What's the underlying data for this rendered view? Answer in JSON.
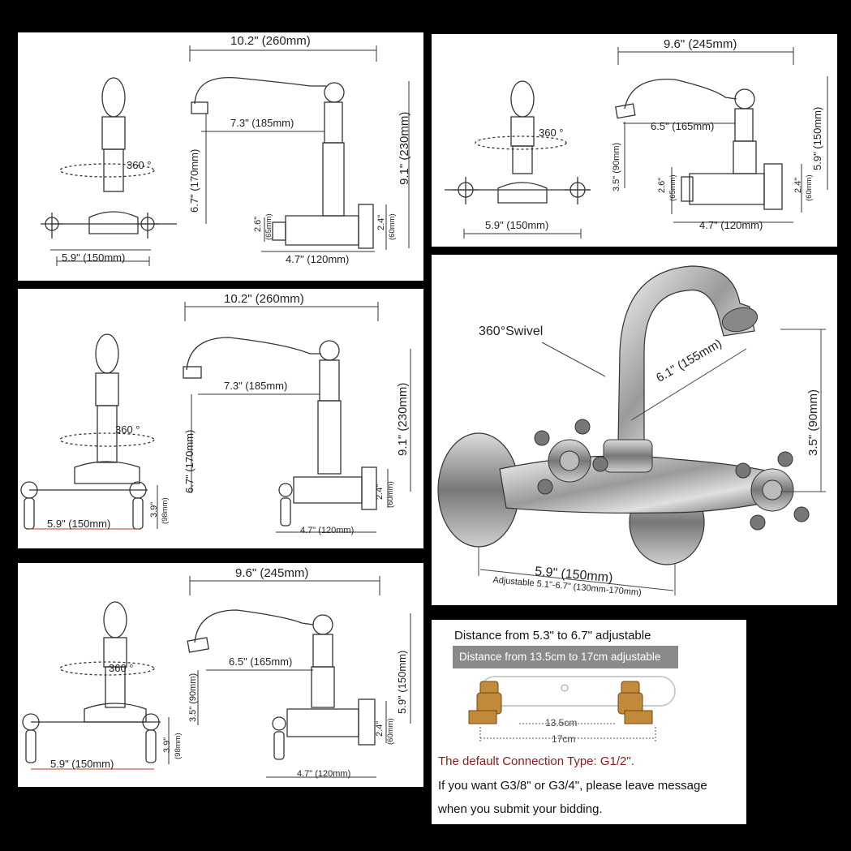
{
  "p1": {
    "total_width": "10.2\" (260mm)",
    "spout": "7.3\" (185mm)",
    "height": "9.1\" (230mm)",
    "spout_height": "6.7\" (170mm)",
    "base": "4.7\" (120mm)",
    "inlet": "2.6\"",
    "inlet_mm": "(65mm)",
    "wall": "2.4\"",
    "wall_mm": "(60mm)",
    "swivel": "360 °",
    "centers": "5.9\" (150mm)"
  },
  "p2": {
    "total_width": "9.6\" (245mm)",
    "spout": "6.5\" (165mm)",
    "height": "5.9\" (150mm)",
    "spout_height": "3.5\" (90mm)",
    "base": "4.7\" (120mm)",
    "inlet": "2.6\"",
    "inlet_mm": "(65mm)",
    "wall": "2.4\"",
    "wall_mm": "(60mm)",
    "swivel": "360 °",
    "centers": "5.9\" (150mm)"
  },
  "p3": {
    "total_width": "10.2\" (260mm)",
    "spout": "7.3\" (185mm)",
    "height": "9.1\" (230mm)",
    "spout_height": "6.7\" (170mm)",
    "base": "4.7\" (120mm)",
    "wall": "2.4\"",
    "wall_mm": "(60mm)",
    "swivel": "360 °",
    "centers": "5.9\" (150mm)",
    "handle": "3.9\"",
    "handle_mm": "(98mm)"
  },
  "p4": {
    "total_width": "9.6\" (245mm)",
    "spout": "6.5\" (165mm)",
    "height": "5.9\" (150mm)",
    "spout_height": "3.5\" (90mm)",
    "base": "4.7\" (120mm)",
    "wall": "2.4\"",
    "wall_mm": "(60mm)",
    "swivel": "360 °",
    "centers": "5.9\" (150mm)",
    "handle": "3.9\"",
    "handle_mm": "(98mm)"
  },
  "photo": {
    "swivel": "360°Swivel",
    "spout": "6.1\" (155mm)",
    "height": "3.5\" (90mm)",
    "centers": "5.9\" (150mm)",
    "adjustable": "Adjustable 5.1\"-6.7\" (130mm-170mm)"
  },
  "info": {
    "line1": "Distance from 5.3\" to 6.7\" adjustable",
    "banner": "Distance from 13.5cm to 17cm adjustable",
    "dim_inner": "13.5cm",
    "dim_outer": "17cm",
    "default_connection": "The default Connection Type: G1/2\".",
    "message_1": "If you want G3/8\" or G3/4\", please leave message",
    "message_2": "when you submit your bidding."
  },
  "colors": {
    "background": "#000000",
    "panel": "#ffffff",
    "line": "#333333",
    "red_text": "#8b1a1a",
    "banner_bg": "#8a8a8a",
    "brass": "#c08a3a"
  }
}
